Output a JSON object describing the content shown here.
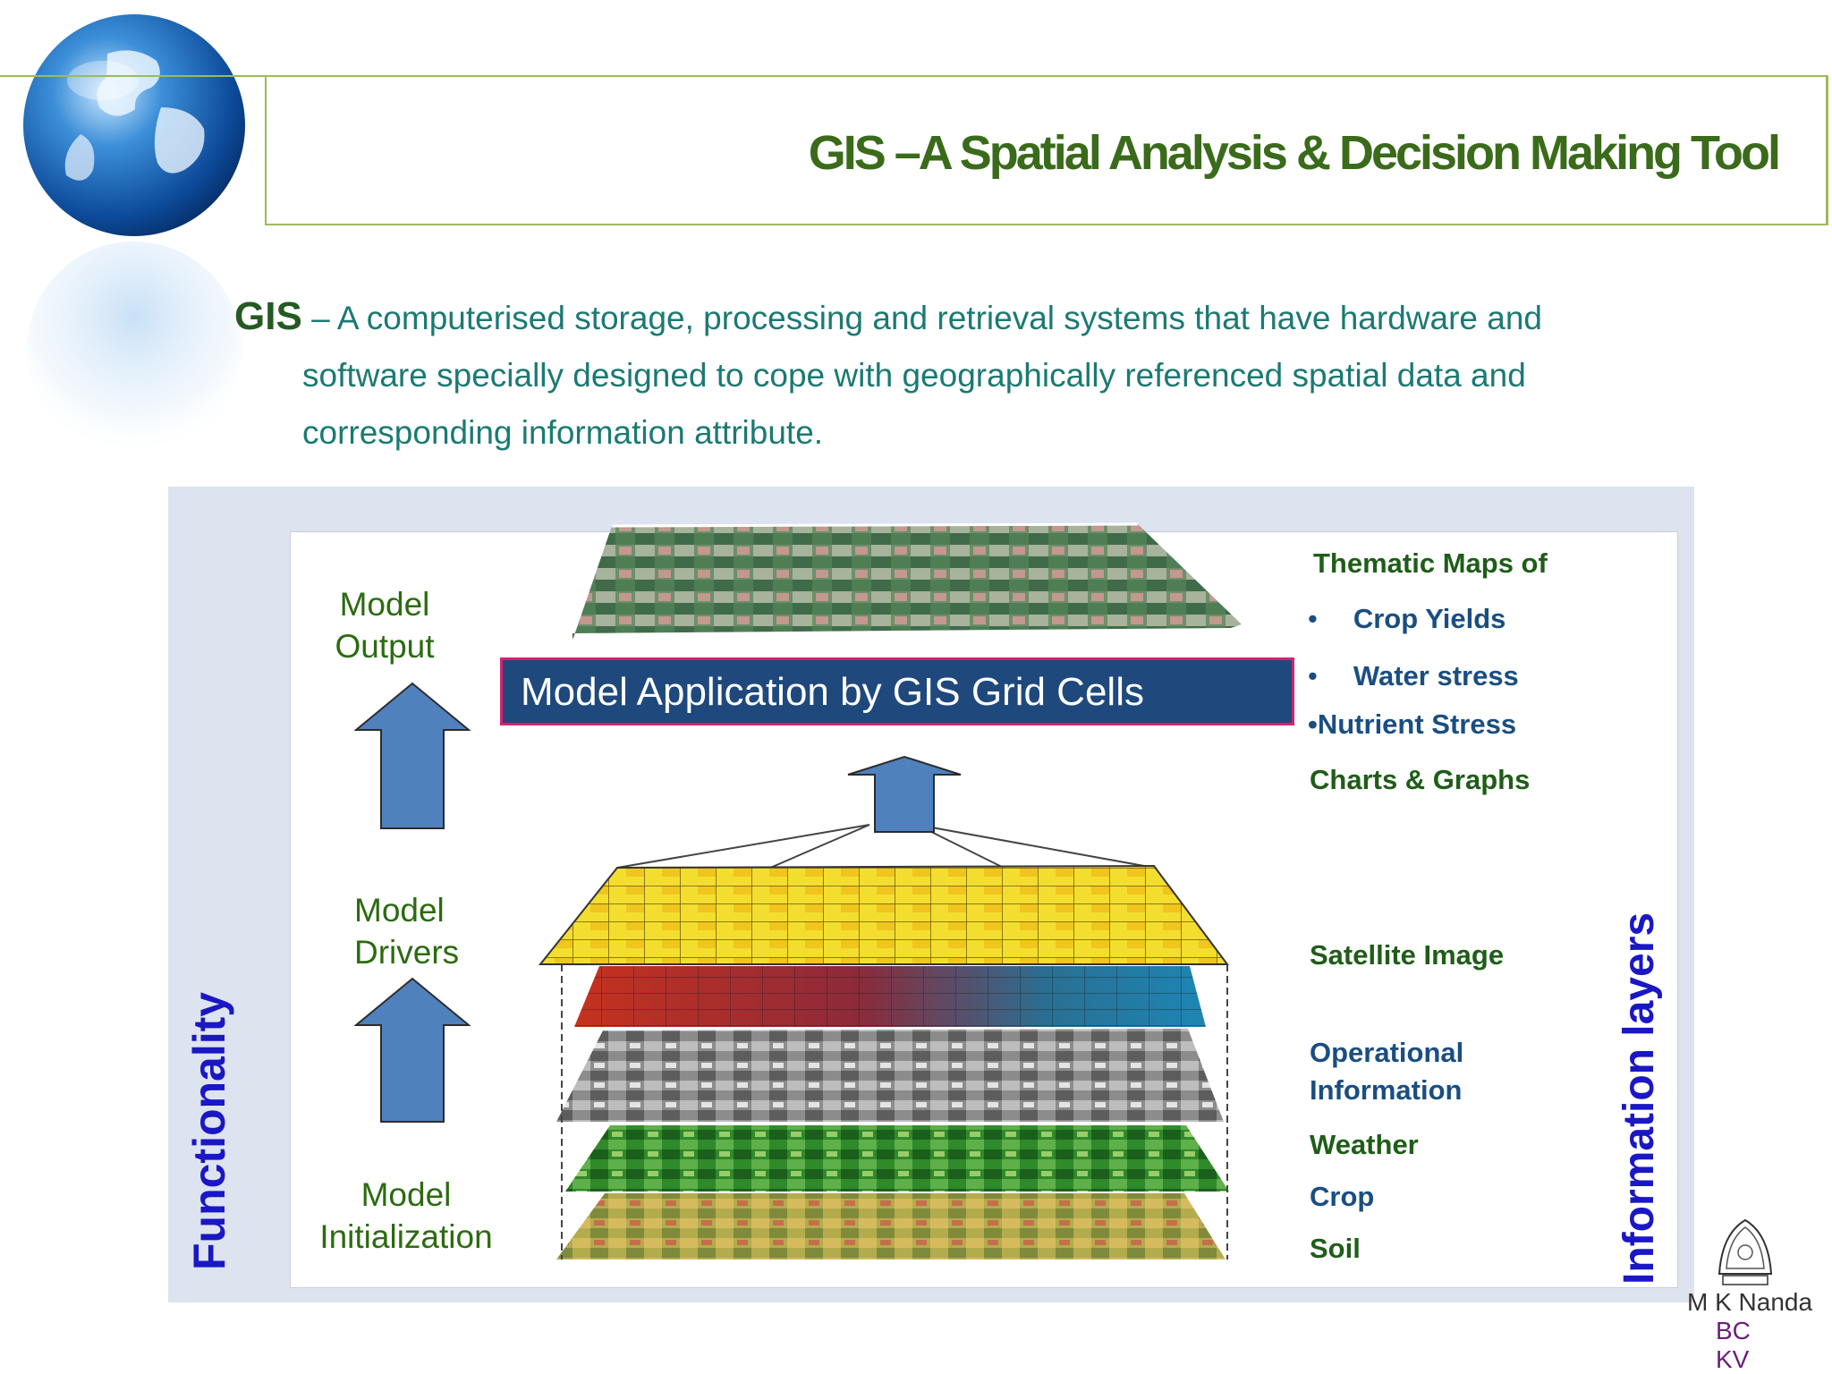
{
  "slide": {
    "title": "GIS –A Spatial Analysis & Decision Making Tool",
    "intro_term": "GIS",
    "intro_line1": " – A computerised storage, processing and retrieval systems that have hardware and",
    "intro_line2": "software specially designed to cope with geographically referenced spatial data and",
    "intro_line3": "corresponding information attribute."
  },
  "diagram": {
    "left_labels": {
      "model_output": "Model Output",
      "model_drivers": "Model Drivers",
      "model_initialization": "Model Initialization"
    },
    "model_application": "Model Application by GIS Grid Cells",
    "right_labels": {
      "thematic_heading": "Thematic Maps of",
      "bullet_char": "•",
      "crop_yields": "Crop Yields",
      "water_stress": "Water stress",
      "nutrient_stress": "•Nutrient Stress",
      "charts_graphs": "Charts & Graphs",
      "satellite_image": "Satellite Image",
      "operational_info": "Operational Information",
      "weather": "Weather",
      "crop": "Crop",
      "soil": "Soil"
    },
    "axis_left": "Functionality",
    "axis_right": "Information layers"
  },
  "footer": {
    "author": "M K Nanda",
    "org": "BCKV"
  },
  "colors": {
    "title_green": "#3a6b1a",
    "text_teal": "#1a7a73",
    "arrow_blue": "#4f81bd",
    "box_navy": "#1f497d",
    "box_border": "#d42370",
    "axis_blue": "#1a17c5",
    "frame_green": "#9bbb59"
  }
}
